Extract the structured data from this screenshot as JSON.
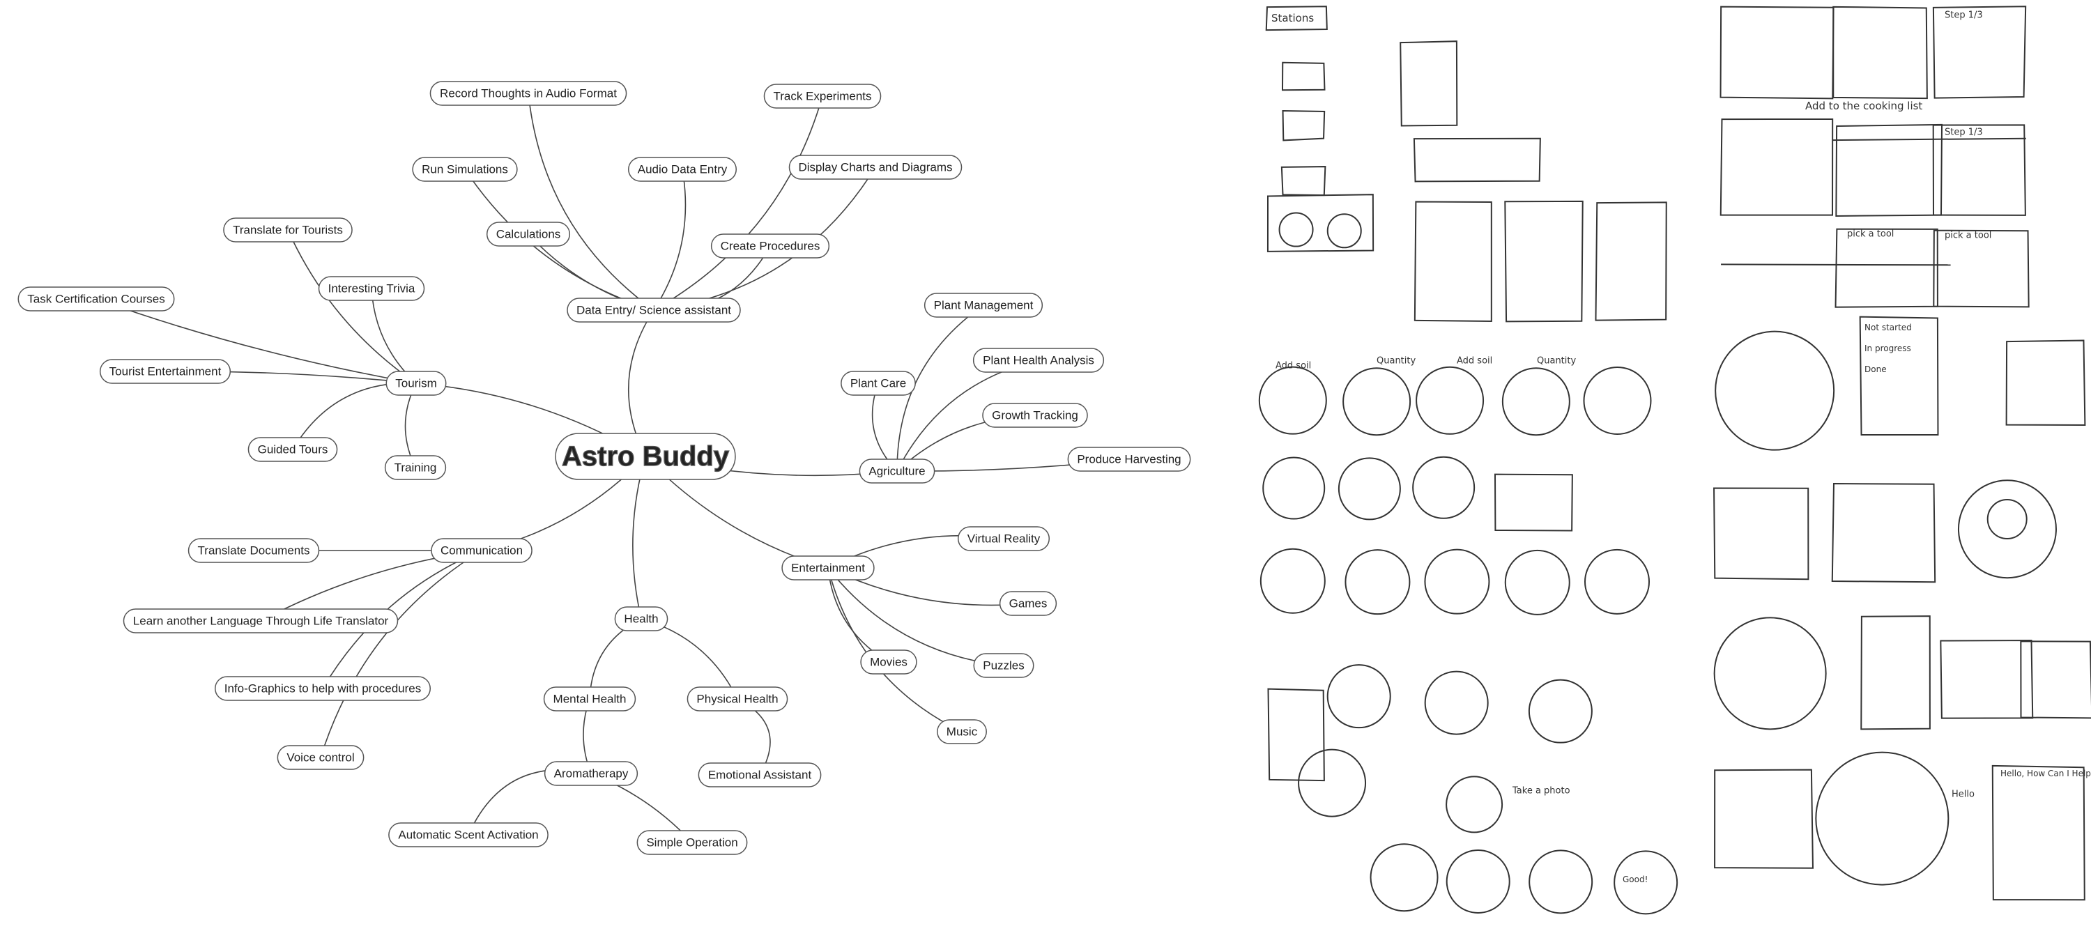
{
  "mindmap": {
    "root": "Astro Buddy",
    "branches": {
      "data_entry": {
        "label": "Data Entry/ Science assistant",
        "children": [
          "Record Thoughts in Audio Format",
          "Run Simulations",
          "Calculations",
          "Audio Data Entry",
          "Create Procedures",
          "Track Experiments",
          "Display Charts and Diagrams"
        ]
      },
      "tourism": {
        "label": "Tourism",
        "children": [
          "Translate for Tourists",
          "Interesting Trivia",
          "Task Certification Courses",
          "Tourist Entertainment",
          "Guided Tours",
          "Training"
        ]
      },
      "agriculture": {
        "label": "Agriculture",
        "children": [
          "Plant Care",
          "Plant Management",
          "Plant Health Analysis",
          "Growth Tracking",
          "Produce Harvesting"
        ]
      },
      "communication": {
        "label": "Communication",
        "children": [
          "Translate Documents",
          "Learn another Language Through Life Translator",
          "Info-Graphics to help with procedures",
          "Voice control"
        ]
      },
      "entertainment": {
        "label": "Entertainment",
        "children": [
          "Virtual Reality",
          "Games",
          "Movies",
          "Puzzles",
          "Music"
        ]
      },
      "health": {
        "label": "Health",
        "children": [
          "Mental Health",
          "Physical Health",
          "Aromatherapy",
          "Emotional Assistant",
          "Automatic Scent Activation",
          "Simple Operation"
        ]
      }
    }
  },
  "sketches": {
    "labels": [
      "Stations",
      "Add to the cooking list",
      "Step 1/3",
      "Step 1/3",
      "pick a tool",
      "pick a tool",
      "Add soil",
      "Quantity",
      "Add soil",
      "Quantity",
      "Not started",
      "In progress",
      "Done",
      "Take a photo",
      "Hello",
      "Hello, How Can I Help?",
      "Good!"
    ]
  }
}
